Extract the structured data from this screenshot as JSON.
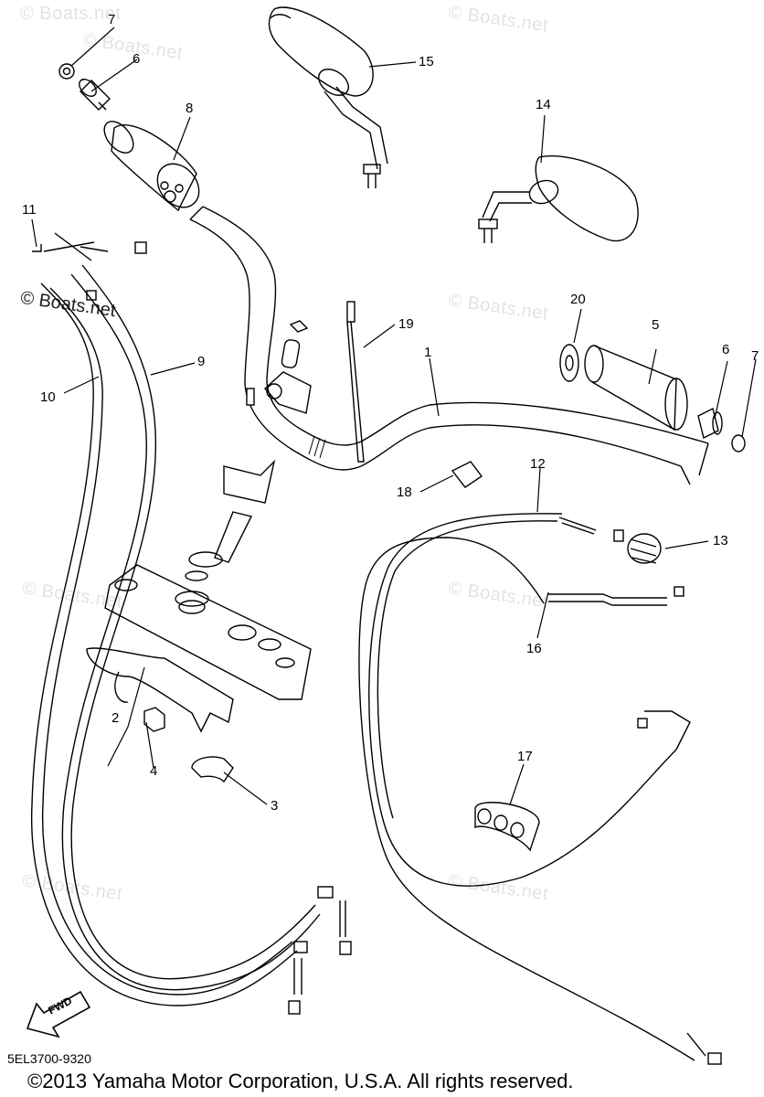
{
  "callouts": {
    "c1": "1",
    "c2": "2",
    "c3": "3",
    "c4": "4",
    "c5": "5",
    "c6a": "6",
    "c6b": "6",
    "c7a": "7",
    "c7b": "7",
    "c8": "8",
    "c9": "9",
    "c10": "10",
    "c11": "11",
    "c12": "12",
    "c13": "13",
    "c14": "14",
    "c15": "15",
    "c16": "16",
    "c17": "17",
    "c18": "18",
    "c19": "19",
    "c20": "20"
  },
  "watermarks": {
    "w1": "© Boats.net",
    "w2": "© Boats.net",
    "w3": "© Boats.net",
    "w4": "© Boats.net",
    "w5": "© Boats.net",
    "w6": "© Boats.net",
    "w7": "© Boats.net",
    "dark": "© Boats.net"
  },
  "fwd_label": "FWD",
  "diagram_code": "5EL3700-9320",
  "copyright": "©2013 Yamaha Motor Corporation, U.S.A. All rights reserved."
}
